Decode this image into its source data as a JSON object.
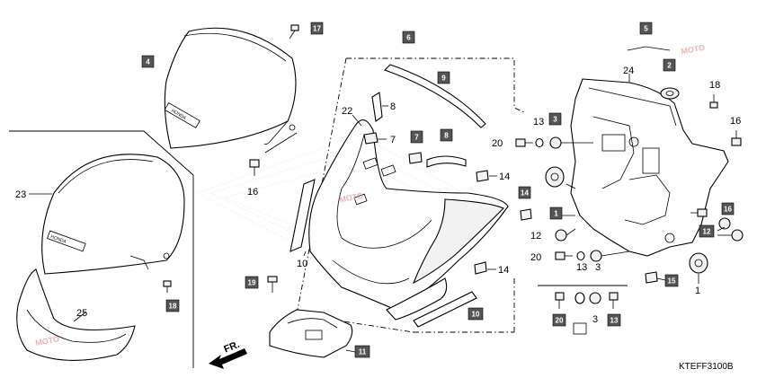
{
  "diagram_code": "KTEFF3100B",
  "direction_label": "FR.",
  "boxed_refs": [
    {
      "id": "r4",
      "label": "4"
    },
    {
      "id": "r17",
      "label": "17"
    },
    {
      "id": "r6",
      "label": "6"
    },
    {
      "id": "r9",
      "label": "9"
    },
    {
      "id": "r7b",
      "label": "7"
    },
    {
      "id": "r8b",
      "label": "8"
    },
    {
      "id": "r5",
      "label": "5"
    },
    {
      "id": "r2",
      "label": "2"
    },
    {
      "id": "r3",
      "label": "3"
    },
    {
      "id": "r14b",
      "label": "14"
    },
    {
      "id": "r1",
      "label": "1"
    },
    {
      "id": "r16b",
      "label": "16"
    },
    {
      "id": "r12b",
      "label": "12"
    },
    {
      "id": "r15",
      "label": "15"
    },
    {
      "id": "r18",
      "label": "18"
    },
    {
      "id": "r19",
      "label": "19"
    },
    {
      "id": "r10",
      "label": "10"
    },
    {
      "id": "r11",
      "label": "11"
    },
    {
      "id": "r20",
      "label": "20"
    },
    {
      "id": "r13",
      "label": "13"
    }
  ],
  "plain_refs": [
    {
      "id": "n22",
      "label": "22"
    },
    {
      "id": "n8",
      "label": "8"
    },
    {
      "id": "n7",
      "label": "7"
    },
    {
      "id": "n14a",
      "label": "14"
    },
    {
      "id": "n14b",
      "label": "14"
    },
    {
      "id": "n10",
      "label": "10"
    },
    {
      "id": "n16a",
      "label": "16"
    },
    {
      "id": "n23",
      "label": "23"
    },
    {
      "id": "n25",
      "label": "25"
    },
    {
      "id": "n24",
      "label": "24"
    },
    {
      "id": "n18",
      "label": "18"
    },
    {
      "id": "n16b",
      "label": "16"
    },
    {
      "id": "n13a",
      "label": "13"
    },
    {
      "id": "n20a",
      "label": "20"
    },
    {
      "id": "n12a",
      "label": "12"
    },
    {
      "id": "n20b",
      "label": "20"
    },
    {
      "id": "n13b",
      "label": "13"
    },
    {
      "id": "n3a",
      "label": "3"
    },
    {
      "id": "n1",
      "label": "1"
    },
    {
      "id": "n3b",
      "label": "3"
    }
  ],
  "watermark": "MOTO"
}
